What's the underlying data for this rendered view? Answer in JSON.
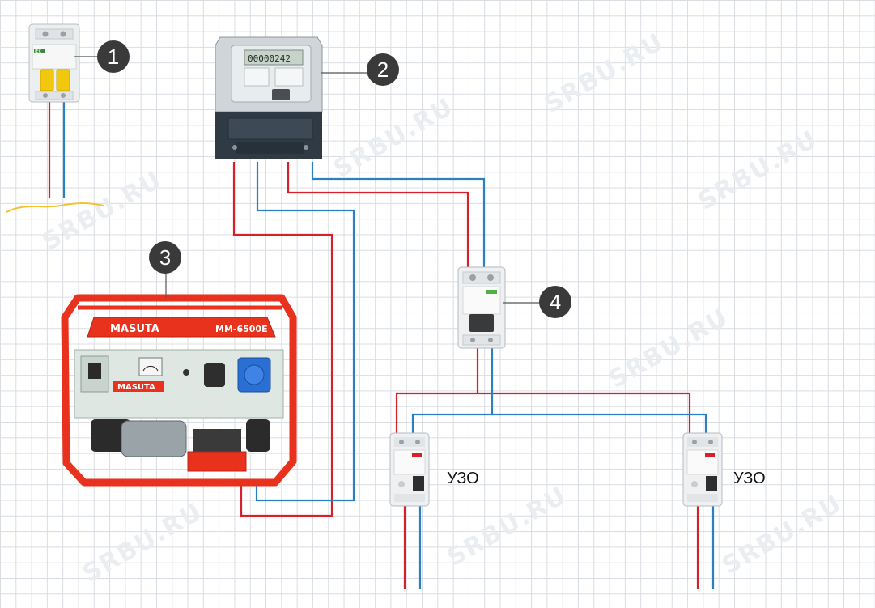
{
  "diagram": {
    "markers": [
      {
        "id": "1",
        "label": "1"
      },
      {
        "id": "2",
        "label": "2"
      },
      {
        "id": "3",
        "label": "3"
      },
      {
        "id": "4",
        "label": "4"
      }
    ],
    "rcd_labels": [
      "УЗО",
      "УЗО"
    ],
    "watermark": "SRBU.RU",
    "breaker_brand": "IEK",
    "meter_display": "00000242",
    "generator": {
      "brand": "MASUTA",
      "model": "MM-6500E"
    },
    "colors": {
      "phase_wire": "#d8202a",
      "neutral_wire": "#2b7fc4",
      "generator_frame": "#e8321e",
      "marker_fill": "#3a3a3a",
      "supply_cable": "#f2c230"
    }
  }
}
